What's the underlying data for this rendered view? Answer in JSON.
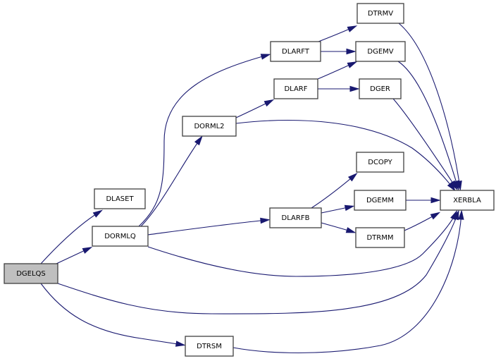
{
  "diagram": {
    "type": "call-graph",
    "root": "DGELQS",
    "colors": {
      "edge": "#191970",
      "root_fill": "#bfbfbf",
      "node_fill": "#ffffff",
      "node_border": "#404040"
    },
    "nodes": [
      {
        "id": "DGELQS",
        "label": "DGELQS",
        "root": true
      },
      {
        "id": "DLASET",
        "label": "DLASET"
      },
      {
        "id": "DORMLQ",
        "label": "DORMLQ"
      },
      {
        "id": "DORML2",
        "label": "DORML2"
      },
      {
        "id": "DLARFT",
        "label": "DLARFT"
      },
      {
        "id": "DLARF",
        "label": "DLARF"
      },
      {
        "id": "DLARFB",
        "label": "DLARFB"
      },
      {
        "id": "DTRSM",
        "label": "DTRSM"
      },
      {
        "id": "DTRMV",
        "label": "DTRMV"
      },
      {
        "id": "DGEMV",
        "label": "DGEMV"
      },
      {
        "id": "DGER",
        "label": "DGER"
      },
      {
        "id": "DCOPY",
        "label": "DCOPY"
      },
      {
        "id": "DGEMM",
        "label": "DGEMM"
      },
      {
        "id": "DTRMM",
        "label": "DTRMM"
      },
      {
        "id": "XERBLA",
        "label": "XERBLA"
      }
    ],
    "edges": [
      {
        "from": "DGELQS",
        "to": "DLASET"
      },
      {
        "from": "DGELQS",
        "to": "DORMLQ"
      },
      {
        "from": "DGELQS",
        "to": "XERBLA"
      },
      {
        "from": "DGELQS",
        "to": "DTRSM"
      },
      {
        "from": "DORMLQ",
        "to": "DLARFT"
      },
      {
        "from": "DORMLQ",
        "to": "DORML2"
      },
      {
        "from": "DORMLQ",
        "to": "DLARFB"
      },
      {
        "from": "DORMLQ",
        "to": "XERBLA"
      },
      {
        "from": "DORML2",
        "to": "DLARF"
      },
      {
        "from": "DORML2",
        "to": "XERBLA"
      },
      {
        "from": "DLARFT",
        "to": "DTRMV"
      },
      {
        "from": "DLARFT",
        "to": "DGEMV"
      },
      {
        "from": "DLARF",
        "to": "DGEMV"
      },
      {
        "from": "DLARF",
        "to": "DGER"
      },
      {
        "from": "DLARFB",
        "to": "DCOPY"
      },
      {
        "from": "DLARFB",
        "to": "DGEMM"
      },
      {
        "from": "DLARFB",
        "to": "DTRMM"
      },
      {
        "from": "DTRMV",
        "to": "XERBLA"
      },
      {
        "from": "DGEMV",
        "to": "XERBLA"
      },
      {
        "from": "DGER",
        "to": "XERBLA"
      },
      {
        "from": "DGEMM",
        "to": "XERBLA"
      },
      {
        "from": "DTRMM",
        "to": "XERBLA"
      },
      {
        "from": "DTRSM",
        "to": "XERBLA"
      }
    ]
  }
}
